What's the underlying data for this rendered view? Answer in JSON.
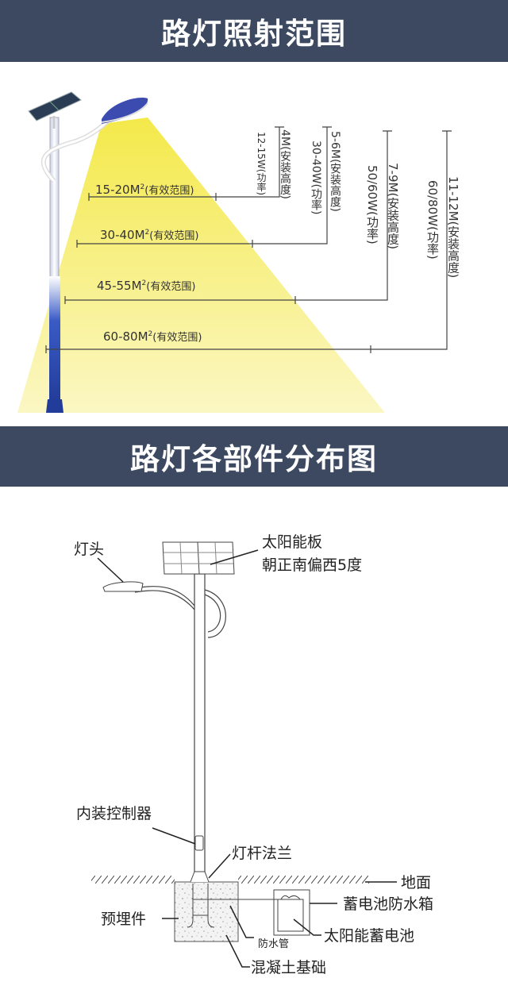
{
  "section1": {
    "title": "路灯照射范围",
    "ranges": [
      {
        "area": "15-20M",
        "sup": "2",
        "suffix": "(有效范围)",
        "height": "4M(安装高度)",
        "power": "12-15W(功率)"
      },
      {
        "area": "30-40M",
        "sup": "2",
        "suffix": "(有效范围)",
        "height": "5-6M(安装高度)",
        "power": "30-40W(功率)"
      },
      {
        "area": "45-55M",
        "sup": "2",
        "suffix": "(有效范围)",
        "height": "7-9M(安装高度)",
        "power": "50/60W(功率)"
      },
      {
        "area": "60-80M",
        "sup": "2",
        "suffix": "(有效范围)",
        "height": "11-12M(安装高度)",
        "power": "60/80W(功率)"
      }
    ]
  },
  "section2": {
    "title": "路灯各部件分布图",
    "labels": {
      "lamp_head": "灯头",
      "solar_panel": "太阳能板",
      "panel_orientation": "朝正南偏西5度",
      "controller": "内装控制器",
      "flange": "灯杆法兰",
      "ground": "地面",
      "battery_box": "蓄电池防水箱",
      "embedded_part": "预埋件",
      "battery": "太阳能蓄电池",
      "waterproof_pipe": "防水管",
      "concrete": "混凝土基础"
    }
  },
  "colors": {
    "band": "#3c4960",
    "light": "#f6ee6e",
    "pole_blue": "#2d4aa8"
  }
}
